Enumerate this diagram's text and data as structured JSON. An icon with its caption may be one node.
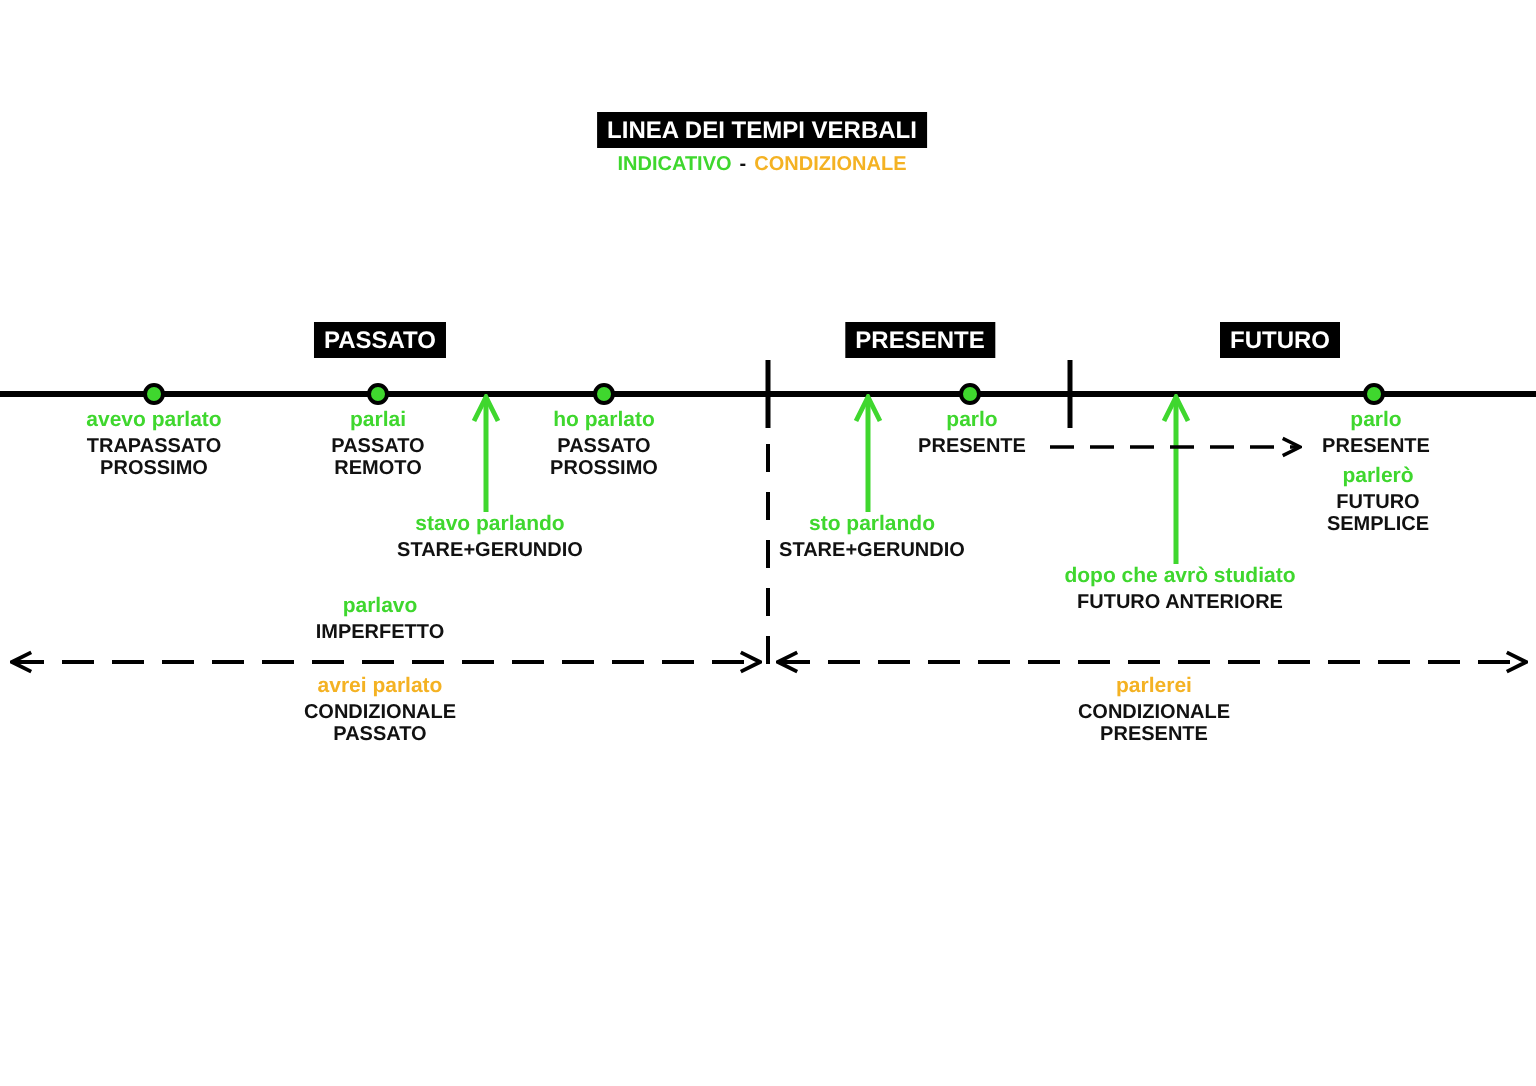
{
  "diagram": {
    "title": "LINEA DEI TEMPI VERBALI",
    "nodes": [
      {
        "text": [
          "PASSATO"
        ]
      },
      {
        "text": [
          "PRESENTE"
        ]
      },
      {
        "text": [
          "FUTURO"
        ]
      },
      {
        "text": [
          "avevo parlato",
          "TRAPASSATO PROSSIMO"
        ]
      },
      {
        "text": [
          "parlai",
          "PASSATO REMOTO"
        ]
      },
      {
        "text": [
          "ho parlato",
          "PASSATO PROSSIMO"
        ]
      },
      {
        "text": [
          "stavo parlando",
          "STARE+GERUNDIO"
        ]
      },
      {
        "text": [
          "parlavo",
          "IMPERFETTO"
        ]
      },
      {
        "text": [
          "avrei parlato",
          "CONDIZIONALE PASSATO"
        ]
      },
      {
        "text": [
          "parlo",
          "PRESENTE"
        ]
      },
      {
        "text": [
          "sto parlando",
          "STARE+GERUNDIO"
        ]
      },
      {
        "text": [
          "parlo",
          "PRESENTE"
        ]
      },
      {
        "text": [
          "parlerò",
          "FUTURO SEMPLICE"
        ]
      },
      {
        "text": [
          "dopo che avrò studiato",
          "FUTURO ANTERIORE"
        ]
      },
      {
        "text": [
          "parlerei",
          "CONDIZIONALE PRESENTE"
        ]
      },
      {
        "text": [],
        "shape": "bar"
      }
    ],
    "edges": [
      {
        "from": 6,
        "to": 15,
        "arrow": "to"
      },
      {
        "from": 10,
        "to": 15,
        "arrow": "to"
      },
      {
        "from": 13,
        "to": 15,
        "arrow": "to"
      },
      {
        "from": 9,
        "to": 11,
        "arrow": "to",
        "style": "dashed",
        "color": "#000000"
      }
    ],
    "labels": [
      "INDICATIVO",
      "-",
      "CONDIZIONALE"
    ]
  }
}
